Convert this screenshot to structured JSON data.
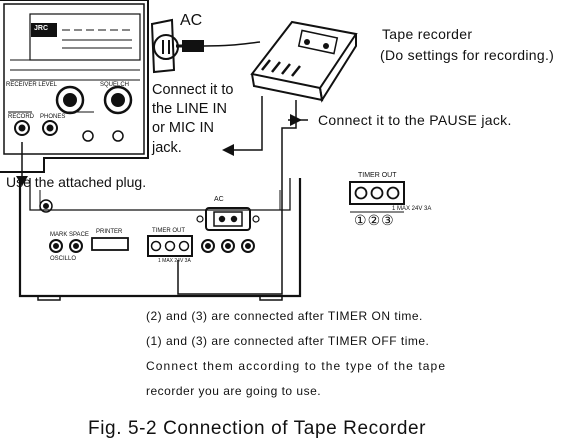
{
  "labels": {
    "ac": "AC",
    "tape_recorder": "Tape recorder",
    "tape_recorder_note": "(Do settings for recording.)",
    "connect_line_1": "Connect it to",
    "connect_line_2": "the LINE IN",
    "connect_line_3": "or  MIC  IN",
    "connect_line_4": "jack.",
    "connect_pause": "Connect it to the PAUSE jack.",
    "attached_plug": "Use the attached plug."
  },
  "panel": {
    "timer_out": "TIMER OUT",
    "terminals": [
      "①",
      "②",
      "③"
    ],
    "rating": "1 MAX 24V 3A",
    "printer": "PRINTER",
    "ac_socket": "AC",
    "oscillo": "OSCILLO",
    "mark_space": "MARK SPACE",
    "record": "RECORD",
    "phones": "PHONES",
    "level": "RECEIVER LEVEL",
    "squelch": "SQUELCH",
    "logo": "JRC"
  },
  "notes": {
    "line1": "(2) and (3) are connected after TIMER ON time.",
    "line2": "(1) and (3) are connected after TIMER OFF time.",
    "line3": "Connect them according to the type of the tape",
    "line4": "recorder you are going to use."
  },
  "caption": "Fig. 5-2   Connection of Tape Recorder"
}
